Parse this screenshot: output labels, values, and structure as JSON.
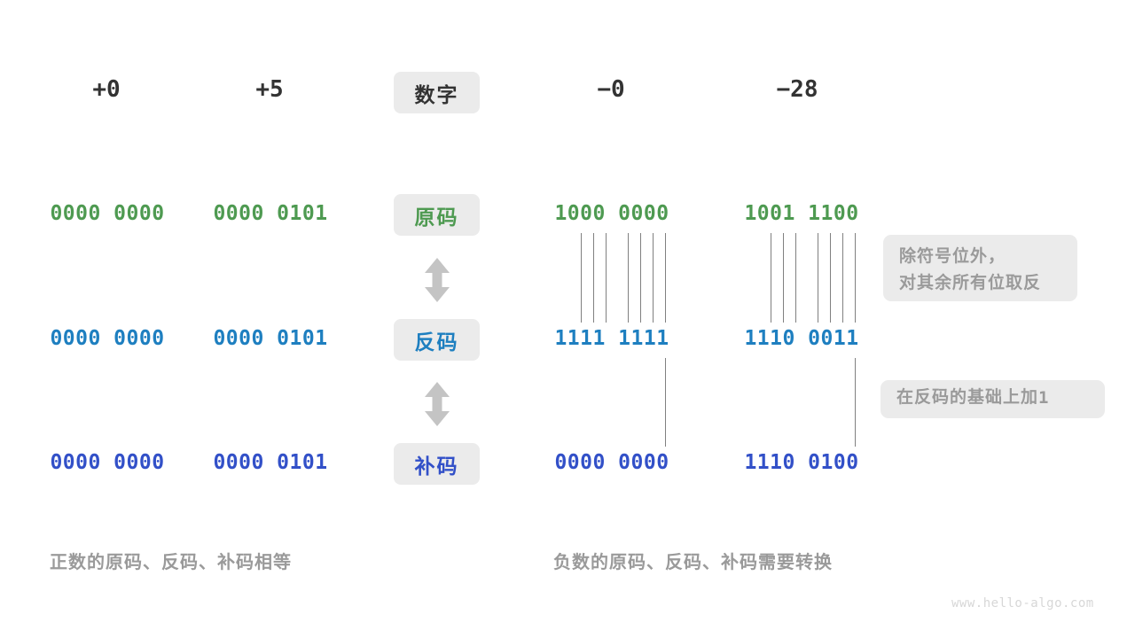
{
  "palette": {
    "background": "#ffffff",
    "pill_bg": "#ebebeb",
    "note_bg": "#ebebeb",
    "text_dark": "#333333",
    "text_muted": "#9a9a9a",
    "line_gray": "#808080",
    "arrow_gray": "#c4c4c4",
    "green": "#4e9a51",
    "blue": "#1e7fc0",
    "indigo": "#3250c8",
    "watermark": "#d7d7d7"
  },
  "header": {
    "row_label": "数字",
    "columns": [
      {
        "value": "+0"
      },
      {
        "value": "+5"
      },
      {
        "value": "−0"
      },
      {
        "value": "−28"
      }
    ]
  },
  "rows": [
    {
      "label": "原码",
      "label_color": "#4e9a51",
      "value_color": "#4e9a51",
      "values": [
        "0000 0000",
        "0000 0101",
        "1000 0000",
        "1001 1100"
      ]
    },
    {
      "label": "反码",
      "label_color": "#1e7fc0",
      "value_color": "#1e7fc0",
      "values": [
        "0000 0000",
        "0000 0101",
        "1111 1111",
        "1110 0011"
      ]
    },
    {
      "label": "补码",
      "label_color": "#3250c8",
      "value_color": "#3250c8",
      "values": [
        "0000 0000",
        "0000 0101",
        "0000 0000",
        "1110 0100"
      ]
    }
  ],
  "arrows": [
    {
      "name": "arrow-yuanma-to-fanma",
      "direction": "up-down"
    },
    {
      "name": "arrow-fanma-to-buma",
      "direction": "up-down"
    }
  ],
  "notes": [
    {
      "text": "除符号位外，\n对其余所有位取反"
    },
    {
      "text_prefix": "在反码的基础上加 ",
      "text_mono": "1"
    }
  ],
  "captions": [
    {
      "text": "正数的原码、反码、补码相等"
    },
    {
      "text": "负数的原码、反码、补码需要转换"
    }
  ],
  "watermark": {
    "text": "www.hello-algo.com"
  }
}
